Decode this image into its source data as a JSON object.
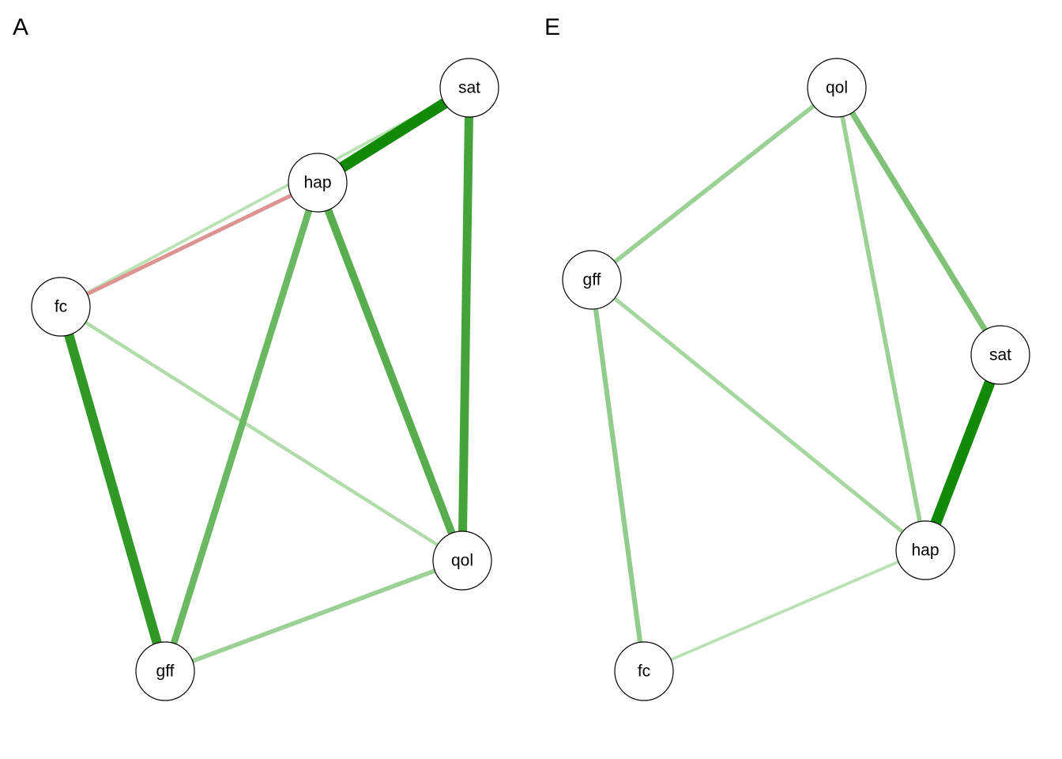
{
  "panels": [
    {
      "id": "A",
      "label": "A",
      "nodes": [
        "sat",
        "hap",
        "fc",
        "qol",
        "gff"
      ],
      "edges": [
        {
          "from": "hap",
          "to": "sat",
          "sign": "positive",
          "strength": 1.0
        },
        {
          "from": "sat",
          "to": "qol",
          "sign": "positive",
          "strength": 0.75
        },
        {
          "from": "fc",
          "to": "gff",
          "sign": "positive",
          "strength": 0.85
        },
        {
          "from": "hap",
          "to": "qol",
          "sign": "positive",
          "strength": 0.65
        },
        {
          "from": "hap",
          "to": "gff",
          "sign": "positive",
          "strength": 0.55
        },
        {
          "from": "gff",
          "to": "qol",
          "sign": "positive",
          "strength": 0.3
        },
        {
          "from": "fc",
          "to": "qol",
          "sign": "positive",
          "strength": 0.2
        },
        {
          "from": "fc",
          "to": "hap",
          "sign": "negative",
          "strength": 0.25
        },
        {
          "from": "fc",
          "to": "sat",
          "sign": "positive",
          "strength": 0.15
        }
      ]
    },
    {
      "id": "E",
      "label": "E",
      "nodes": [
        "qol",
        "gff",
        "sat",
        "hap",
        "fc"
      ],
      "edges": [
        {
          "from": "sat",
          "to": "hap",
          "sign": "positive",
          "strength": 1.0
        },
        {
          "from": "qol",
          "to": "sat",
          "sign": "positive",
          "strength": 0.45
        },
        {
          "from": "qol",
          "to": "gff",
          "sign": "positive",
          "strength": 0.3
        },
        {
          "from": "qol",
          "to": "hap",
          "sign": "positive",
          "strength": 0.3
        },
        {
          "from": "gff",
          "to": "fc",
          "sign": "positive",
          "strength": 0.35
        },
        {
          "from": "gff",
          "to": "hap",
          "sign": "positive",
          "strength": 0.25
        },
        {
          "from": "hap",
          "to": "fc",
          "sign": "positive",
          "strength": 0.15
        }
      ]
    }
  ],
  "colors": {
    "positive_strong": "#138a07",
    "positive_weak": "#d7f0d3",
    "negative_weak": "#e8b4b4",
    "negative_strong": "#c03030"
  }
}
